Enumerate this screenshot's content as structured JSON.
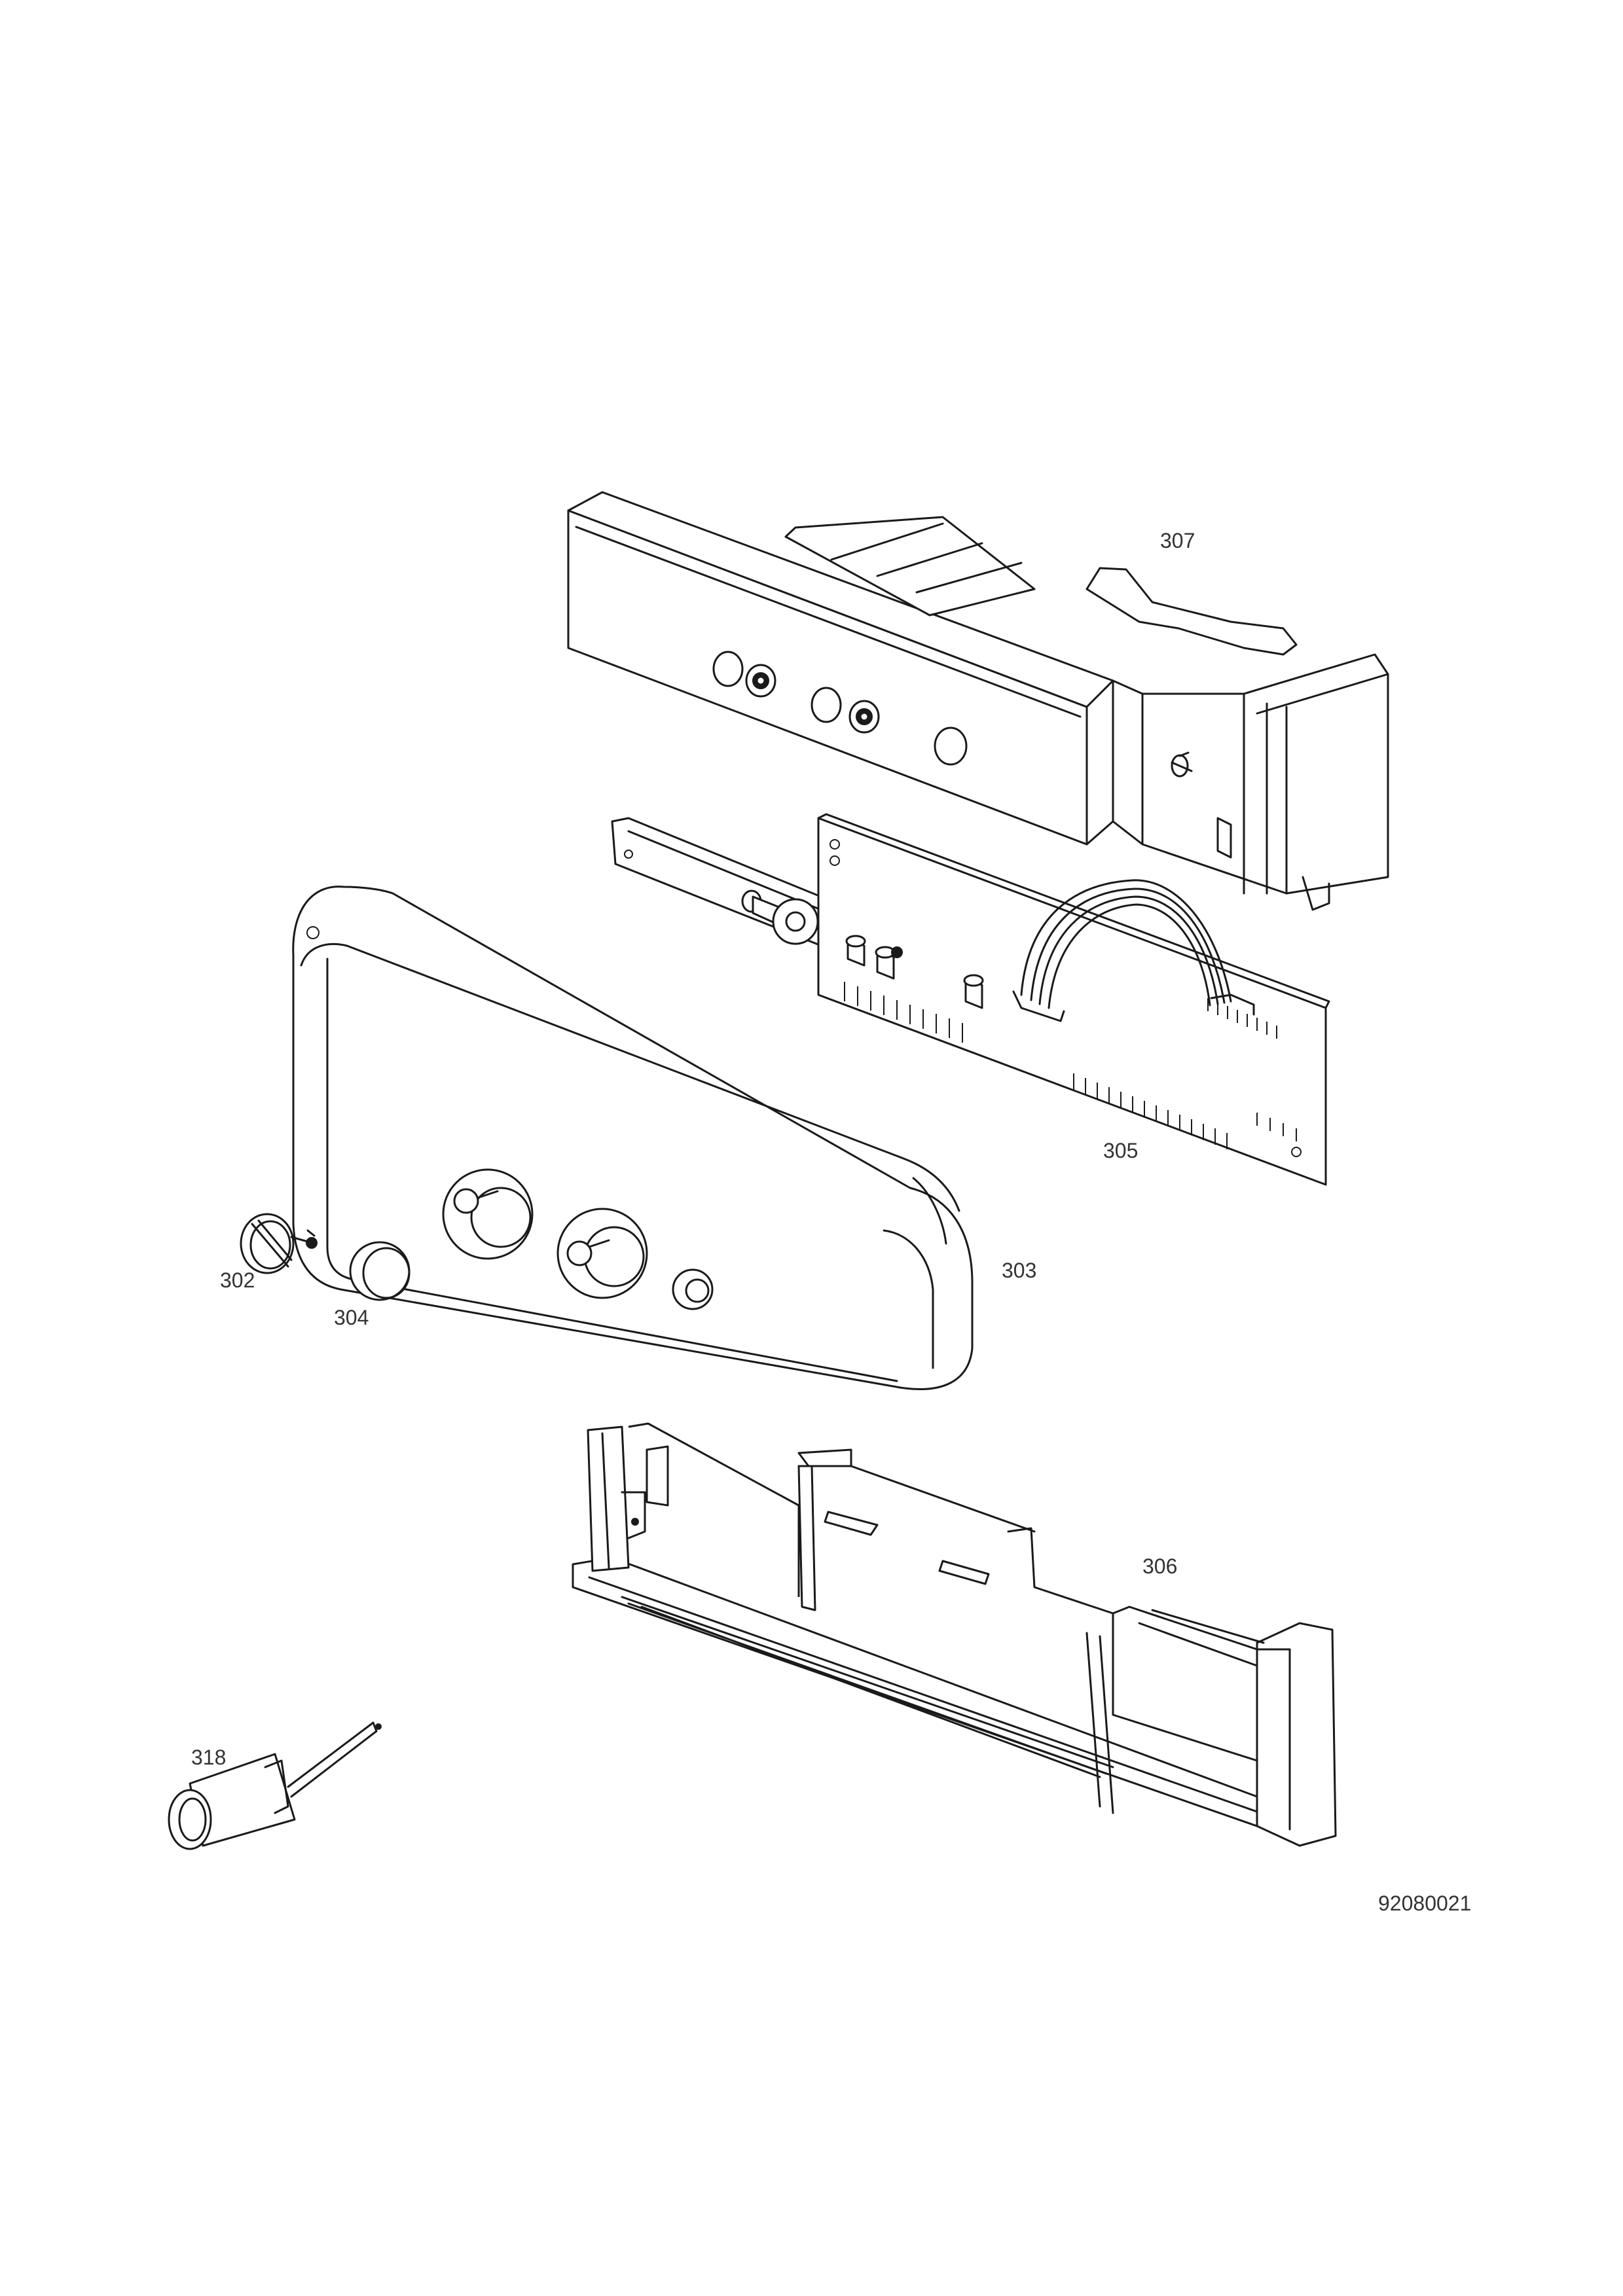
{
  "callouts": {
    "p307": "307",
    "p305": "305",
    "p303": "303",
    "p302": "302",
    "p304": "304",
    "p306": "306",
    "p318": "318"
  },
  "drawing_number": "92080021",
  "colors": {
    "line": "#1a1a1a",
    "label": "#333333",
    "background": "#ffffff"
  }
}
